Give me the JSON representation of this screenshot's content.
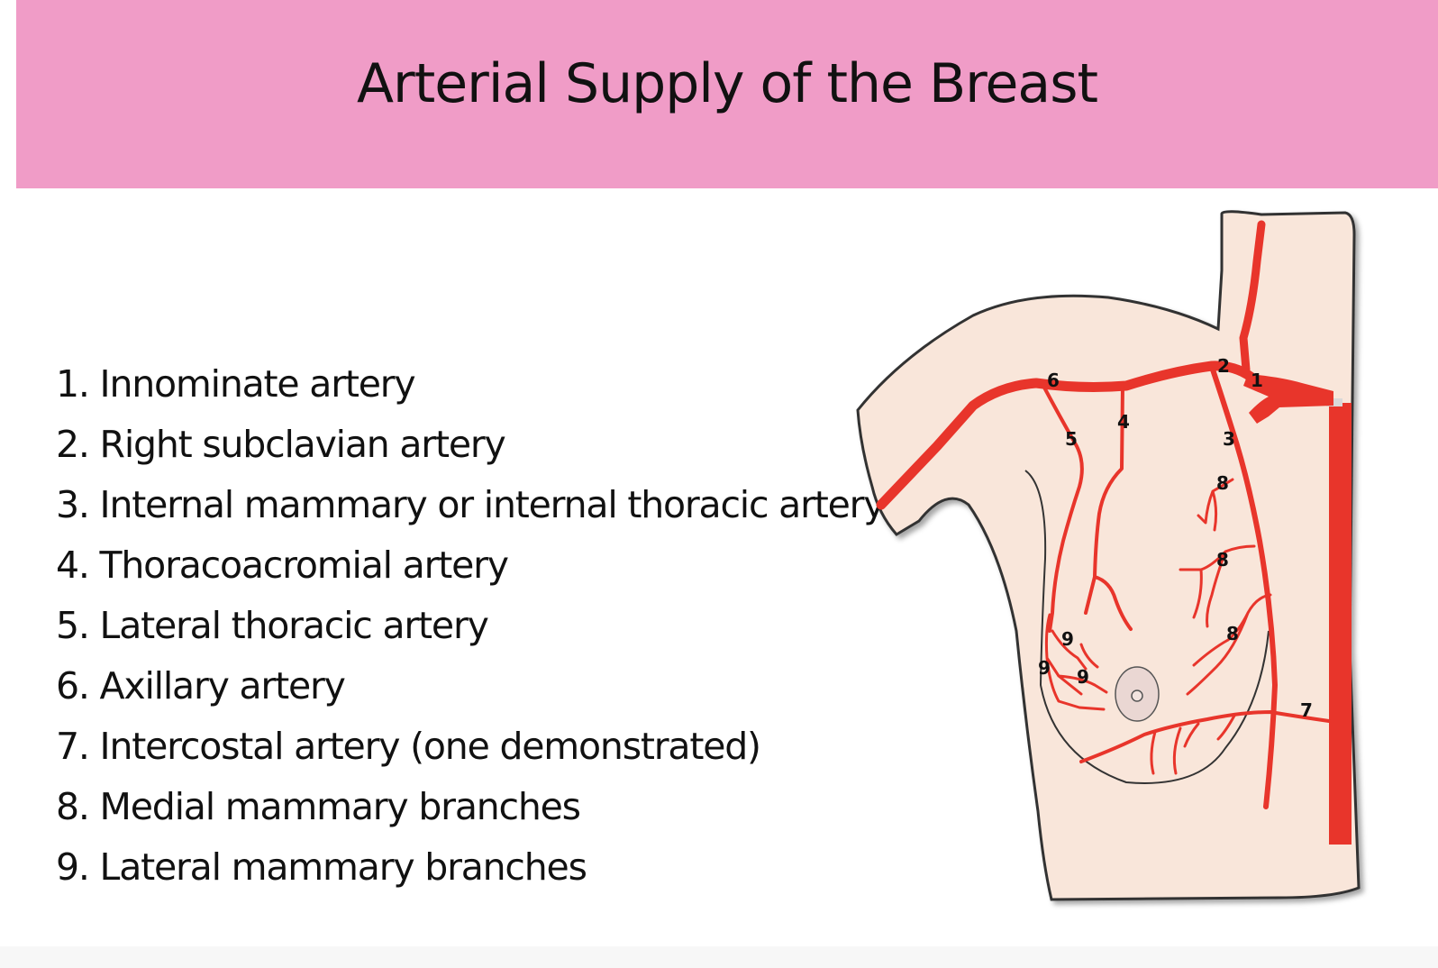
{
  "title": "Arterial Supply of the Breast",
  "legend": [
    "1. Innominate artery",
    "2. Right subclavian artery",
    "3. Internal mammary or internal thoracic artery",
    "4. Thoracoacromial artery",
    "5. Lateral thoracic artery",
    "6. Axillary artery",
    "7. Intercostal artery (one demonstrated)",
    "8. Medial mammary branches",
    "9. Lateral mammary branches"
  ],
  "diagram_labels": {
    "innominate": "1",
    "subclavian": "2",
    "internal_mammary": "3",
    "thoracoacromial": "4",
    "lateral_thoracic": "5",
    "axillary": "6",
    "intercostal": "7",
    "medial_mammary": "8",
    "lateral_mammary": "9"
  },
  "colors": {
    "header_band": "#f09cc7",
    "skin": "#f9e6da",
    "artery": "#e8352b",
    "areola": "#ead7d3",
    "outline": "#333333"
  }
}
